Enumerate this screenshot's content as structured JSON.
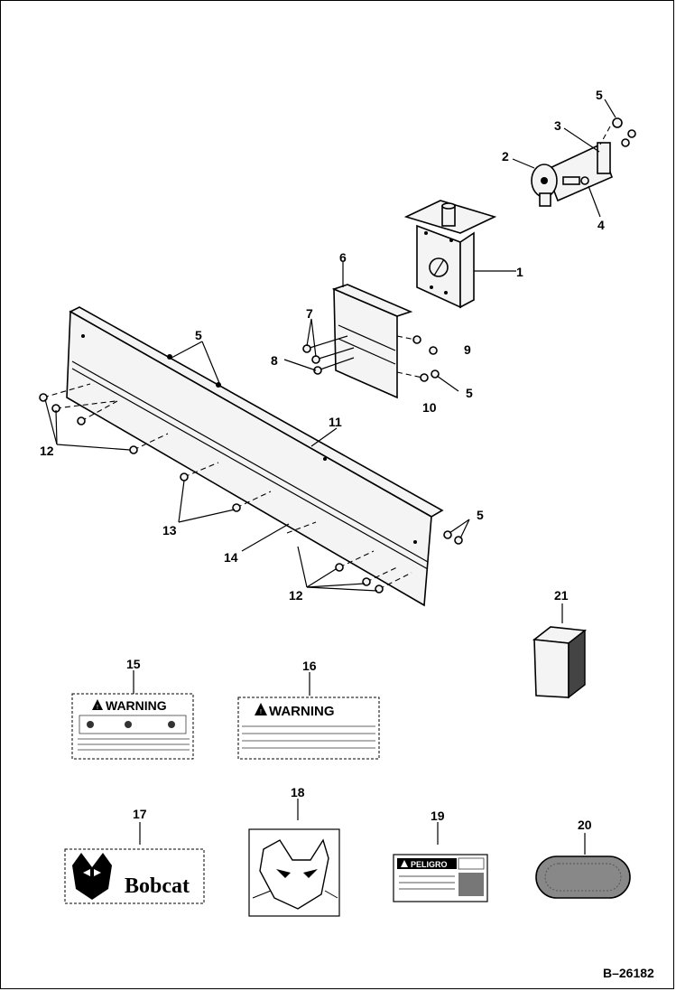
{
  "callouts": {
    "c1": "1",
    "c2": "2",
    "c3": "3",
    "c4": "4",
    "c5a": "5",
    "c5b": "5",
    "c5c": "5",
    "c5d": "5",
    "c6": "6",
    "c7": "7",
    "c8": "8",
    "c9": "9",
    "c10": "10",
    "c11": "11",
    "c12a": "12",
    "c12b": "12",
    "c13": "13",
    "c14": "14",
    "c15": "15",
    "c16": "16",
    "c17": "17",
    "c18": "18",
    "c19": "19",
    "c20": "20",
    "c21": "21"
  },
  "decals": {
    "warning15": "WARNING",
    "warning16": "WARNING",
    "brand": "Bobcat",
    "peligro": "PELIGRO"
  },
  "drawing_number": "B–26182",
  "colors": {
    "ink": "#000000",
    "paper": "#ffffff",
    "shade": "#444444"
  }
}
